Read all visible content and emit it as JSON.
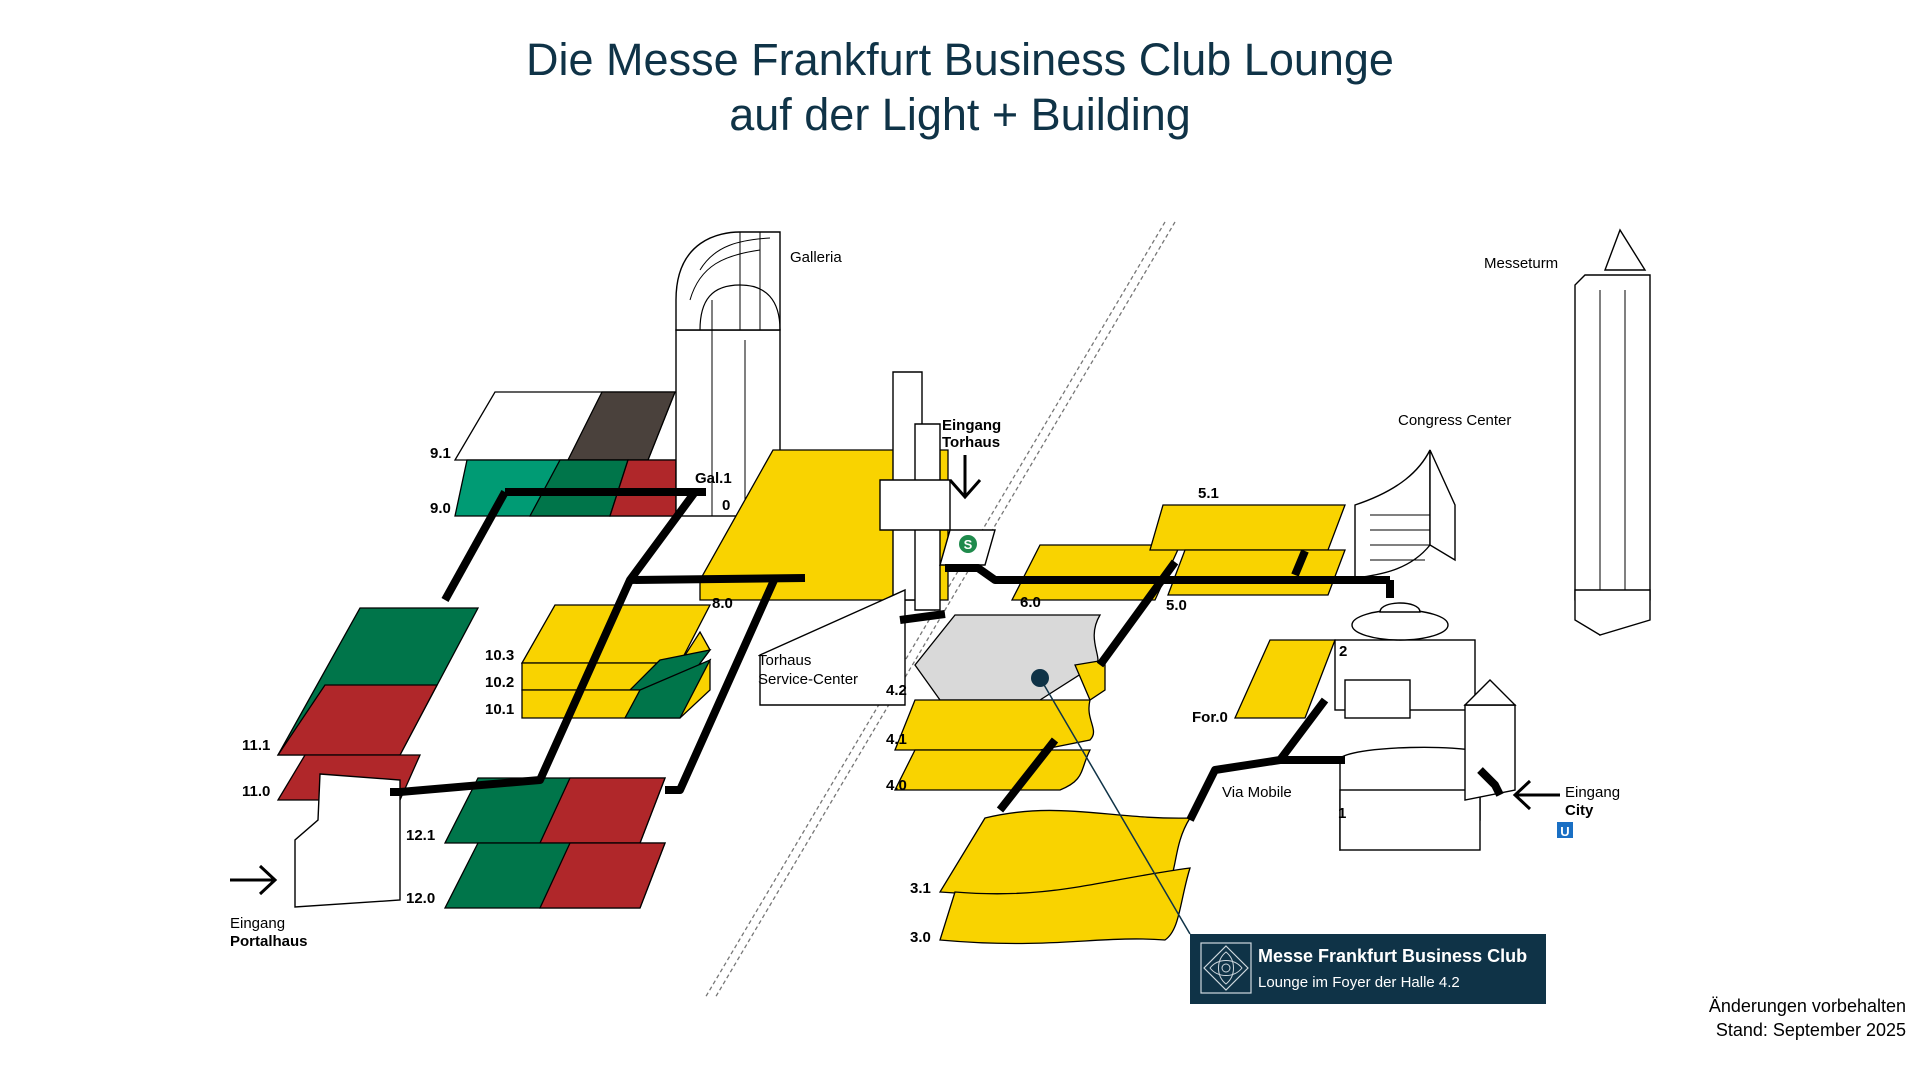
{
  "title": {
    "line1": "Die Messe Frankfurt Business Club Lounge",
    "line2": "auf der Light + Building"
  },
  "colors": {
    "title": "#0f3347",
    "yellow": "#f9d300",
    "green": "#00754a",
    "teal": "#009b74",
    "red": "#b0272a",
    "brown": "#4a413c",
    "gray": "#d9d9d9",
    "club_box": "#0f3347"
  },
  "labels": {
    "galleria": "Galleria",
    "messeturm": "Messeturm",
    "congress_center": "Congress Center",
    "eingang_torhaus_1": "Eingang",
    "eingang_torhaus_2": "Torhaus",
    "torhaus_sc_1": "Torhaus",
    "torhaus_sc_2": "Service-Center",
    "via_mobile": "Via Mobile",
    "eingang_city_1": "Eingang",
    "eingang_city_2": "City",
    "eingang_portal_1": "Eingang",
    "eingang_portal_2": "Portalhaus",
    "s_bahn": "S",
    "u_bahn": "U"
  },
  "halls": {
    "h9_1": "9.1",
    "h9_0": "9.0",
    "gal_1": "Gal.1",
    "zero": "0",
    "h8_0": "8.0",
    "h10_3": "10.3",
    "h10_2": "10.2",
    "h10_1": "10.1",
    "h11_1": "11.1",
    "h11_0": "11.0",
    "h12_1": "12.1",
    "h12_0": "12.0",
    "h6_0": "6.0",
    "h5_1": "5.1",
    "h5_0": "5.0",
    "h4_2": "4.2",
    "h4_1": "4.1",
    "h4_0": "4.0",
    "h3_1": "3.1",
    "h3_0": "3.0",
    "for_0": "For.0",
    "b1": "1",
    "b2": "2"
  },
  "club": {
    "title": "Messe Frankfurt Business Club",
    "subtitle": "Lounge im Foyer der Halle 4.2"
  },
  "footer": {
    "line1": "Änderungen vorbehalten",
    "line2": "Stand: September 2025"
  }
}
